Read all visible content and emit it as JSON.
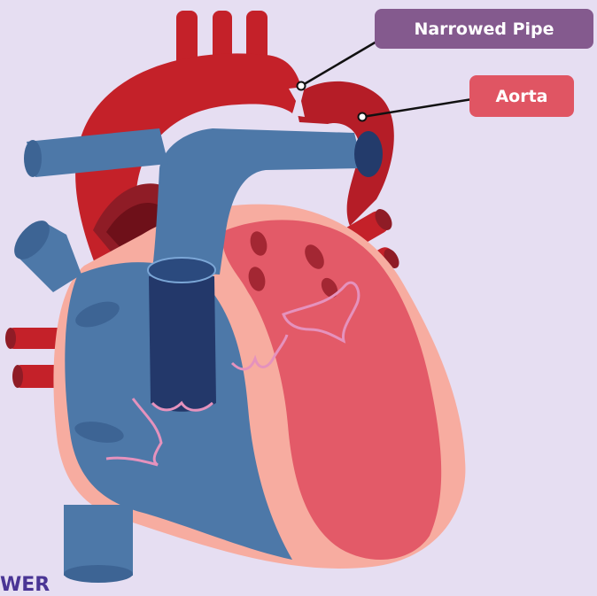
{
  "labels": {
    "narrowed_pipe": {
      "text": "Narrowed Pipe",
      "color": "#845a8e"
    },
    "aorta": {
      "text": "Aorta",
      "color": "#e05563"
    }
  },
  "watermark": {
    "text": "WER",
    "color": "#4a3595"
  },
  "colors": {
    "background": "#e6def2",
    "artery_red": "#c42129",
    "artery_dark": "#8f1c26",
    "vein_blue": "#4d78a8",
    "vein_dark": "#233b6b",
    "heart_outer": "#f7aca0",
    "left_heart": "#e35a68",
    "valve_pink": "#e592bd"
  }
}
